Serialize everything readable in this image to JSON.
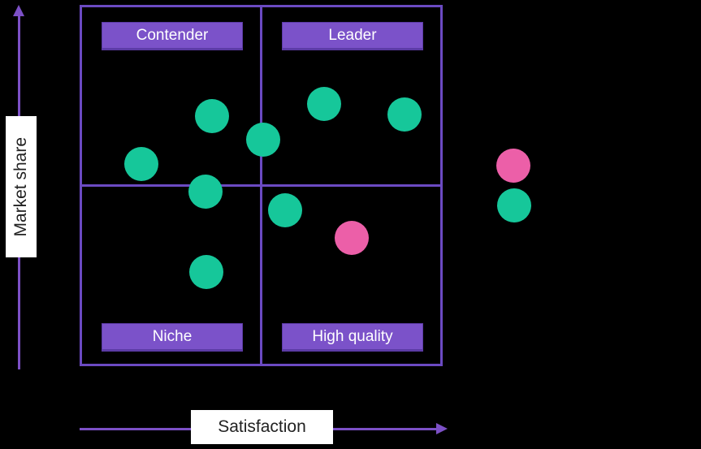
{
  "colors": {
    "background": "#000000",
    "grid": "#6B4AC2",
    "label_box_fill": "#7B52C9",
    "label_box_border": "#5C3BA6",
    "label_text": "#FFFFFF",
    "axis_arrow": "#7C50C6",
    "axis_label_bg": "#FFFFFF",
    "axis_label_text": "#222222"
  },
  "chart_data": {
    "type": "scatter",
    "variant": "quadrant-chart",
    "title": "",
    "xlabel": "Satisfaction",
    "ylabel": "Market share",
    "x_range": [
      0,
      1
    ],
    "y_range": [
      0,
      1
    ],
    "grid": "quadrant-cross",
    "quadrants": {
      "top_left": "Contender",
      "top_right": "Leader",
      "bottom_left": "Niche",
      "bottom_right": "High quality"
    },
    "series": [
      {
        "name": "teal",
        "color": "#16C79A"
      },
      {
        "name": "pink",
        "color": "#EC5FA8"
      }
    ],
    "points": [
      {
        "x": 0.362,
        "y": 0.694,
        "series": "teal"
      },
      {
        "x": 0.166,
        "y": 0.561,
        "series": "teal"
      },
      {
        "x": 0.503,
        "y": 0.628,
        "series": "teal"
      },
      {
        "x": 0.344,
        "y": 0.484,
        "series": "teal"
      },
      {
        "x": 0.672,
        "y": 0.728,
        "series": "teal"
      },
      {
        "x": 0.894,
        "y": 0.698,
        "series": "teal"
      },
      {
        "x": 0.346,
        "y": 0.261,
        "series": "teal"
      },
      {
        "x": 0.564,
        "y": 0.432,
        "series": "teal"
      },
      {
        "x": 0.748,
        "y": 0.356,
        "series": "pink"
      }
    ],
    "legend": {
      "position": "right",
      "entries": [
        {
          "series": "pink"
        },
        {
          "series": "teal"
        }
      ]
    }
  }
}
